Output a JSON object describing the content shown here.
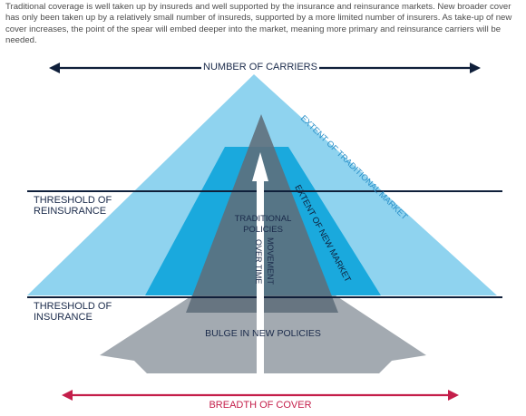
{
  "intro": "Traditional coverage is well taken up by insureds and well supported by the insurance and reinsurance markets. New broader cover has only been taken up by a relatively small number of insureds, supported by a more limited number of insurers. As take-up of new cover increases, the point of the spear will embed deeper into the market, meaning more primary and reinsurance carriers will be needed.",
  "labels": {
    "carriers": "NUMBER OF CARRIERS",
    "threshold_reinsurance_1": "THRESHOLD OF",
    "threshold_reinsurance_2": "REINSURANCE",
    "threshold_insurance_1": "THRESHOLD OF",
    "threshold_insurance_2": "INSURANCE",
    "traditional_policies_1": "TRADITIONAL",
    "traditional_policies_2": "POLICIES",
    "movement_1": "MOVEMENT",
    "movement_2": "OVER TIME",
    "extent_traditional": "EXTENT OF TRADITIONAL MARKET",
    "extent_new": "EXTENT OF NEW MARKET",
    "bulge": "BULGE IN NEW POLICIES",
    "breadth": "BREADTH OF COVER"
  },
  "colors": {
    "traditional_market": "#8fd3ef",
    "new_market": "#1aa9dd",
    "spear": "#5f6d7a",
    "bulge": "#a3aab1",
    "threshold_line": "#0f1f3a",
    "carriers_arrow": "#0f1f3a",
    "breadth_arrow": "#c41e4a",
    "label_text": "#1a2a4a",
    "extent_text": "#2a8fc8"
  }
}
